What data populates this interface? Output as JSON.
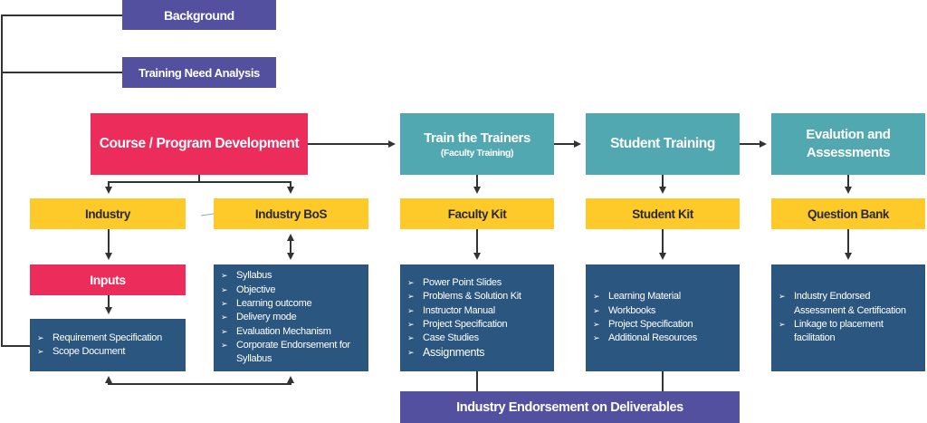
{
  "top": {
    "background": "Background",
    "training_need_analysis": "Training Need Analysis"
  },
  "stages": {
    "course_development": "Course / Program Development",
    "train_the_trainers": {
      "title": "Train the Trainers",
      "subtitle": "(Faculty Training)"
    },
    "student_training": "Student Training",
    "evaluation": {
      "line1": "Evalution and",
      "line2": "Assessments"
    }
  },
  "kits": {
    "industry": "Industry",
    "industry_bos": "Industry BoS",
    "faculty_kit": "Faculty Kit",
    "student_kit": "Student Kit",
    "question_bank": "Question Bank"
  },
  "inputs": "Inputs",
  "lists": {
    "requirements": [
      "Requirement Specification",
      "Scope Document"
    ],
    "syllabus": [
      "Syllabus",
      "Objective",
      "Learning outcome",
      "Delivery mode",
      "Evaluation Mechanism",
      "Corporate Endorsement for Syllabus"
    ],
    "faculty": [
      "Power Point Slides",
      "Problems & Solution Kit",
      "Instructor Manual",
      "Project Specification",
      "Case Studies",
      "Assignments"
    ],
    "student": [
      "Learning Material",
      "Workbooks",
      "Project Specification",
      "Additional Resources"
    ],
    "assessment": [
      "Industry Endorsed Assessment & Certification",
      "Linkage to placement facilitation"
    ]
  },
  "bottom": "Industry Endorsement on Deliverables",
  "colors": {
    "purple": "#5350a0",
    "pink": "#ec2d5c",
    "teal": "#52a8b0",
    "yellow": "#fdca2a",
    "navy": "#2a5680",
    "connector": "#333333"
  }
}
